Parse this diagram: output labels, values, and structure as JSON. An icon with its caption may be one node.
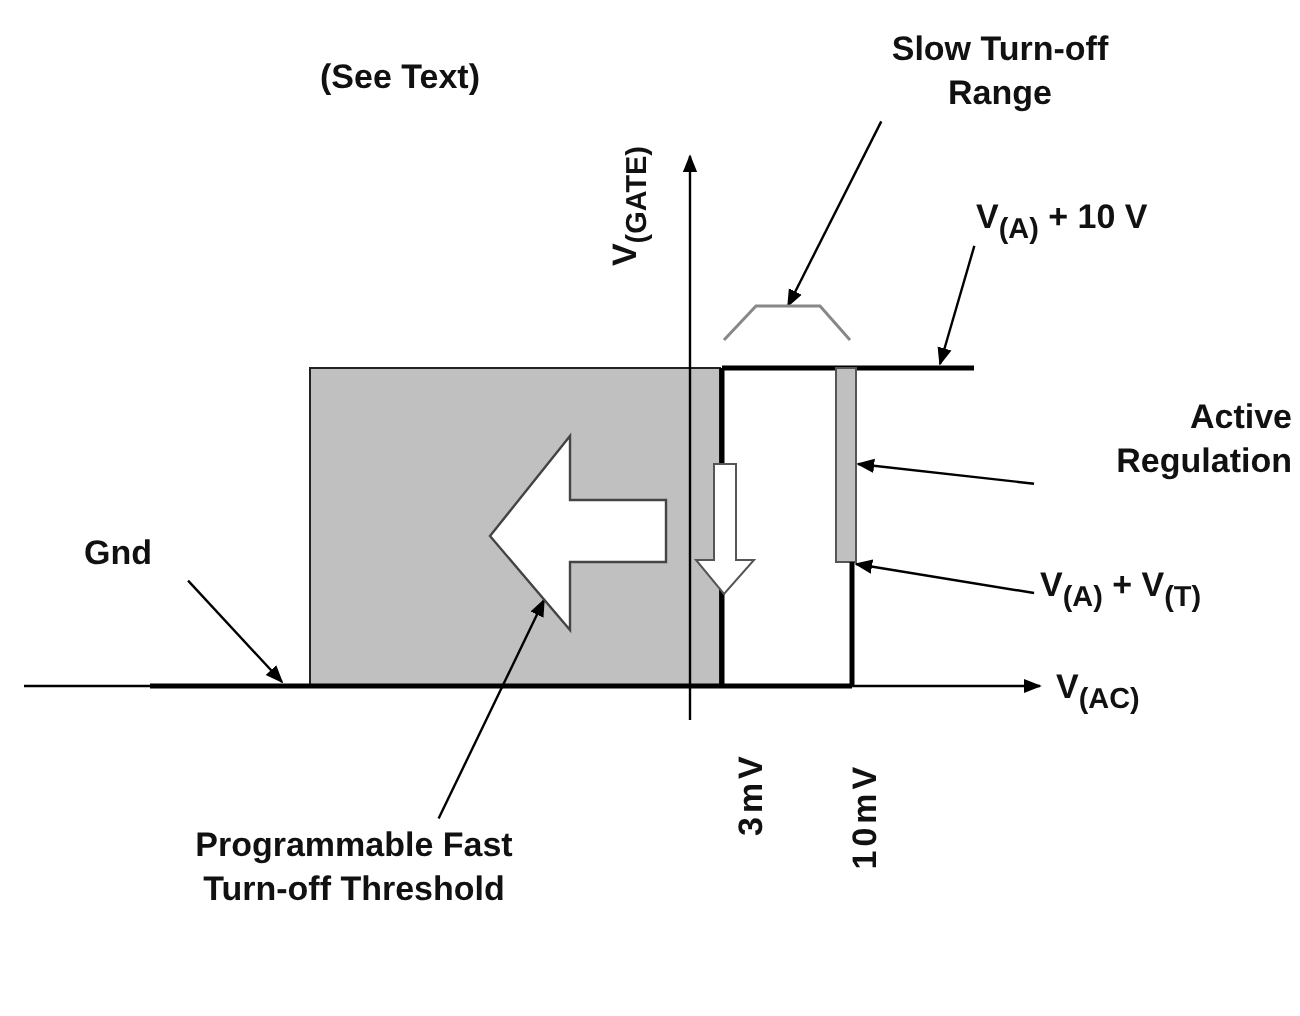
{
  "diagram": {
    "nodes": [
      {
        "text": [
          "Slow Turn-off Range"
        ]
      },
      {
        "text": [],
        "shape": "bracket"
      },
      {
        "text": [
          "V$_{(A)}$ + 10 V"
        ]
      },
      {
        "text": [],
        "shape": "line"
      },
      {
        "text": [
          "Active Regulation"
        ]
      },
      {
        "text": [],
        "shape": "bar"
      },
      {
        "text": [
          "V$_{(A)}$ + V$_{(T)}$"
        ]
      },
      {
        "text": [],
        "shape": "line"
      },
      {
        "text": [
          "Gnd"
        ]
      },
      {
        "text": [],
        "shape": "line"
      },
      {
        "text": [
          "Programmable Fast Turn-off Threshold"
        ]
      },
      {
        "text": [],
        "shape": "arrow"
      }
    ],
    "edges": [
      {
        "from": 0,
        "to": 1,
        "arrow": "to"
      },
      {
        "from": 2,
        "to": 3,
        "arrow": "to"
      },
      {
        "from": 4,
        "to": 5,
        "arrow": "to"
      },
      {
        "from": 6,
        "to": 7,
        "arrow": "to"
      },
      {
        "from": 8,
        "to": 9,
        "arrow": "to"
      },
      {
        "from": 10,
        "to": 11,
        "arrow": "to"
      }
    ],
    "labels": [
      "(See Text)",
      "V$_{(GATE)}$",
      "V$_{(AC)}$",
      "3mV",
      "10mV"
    ]
  }
}
